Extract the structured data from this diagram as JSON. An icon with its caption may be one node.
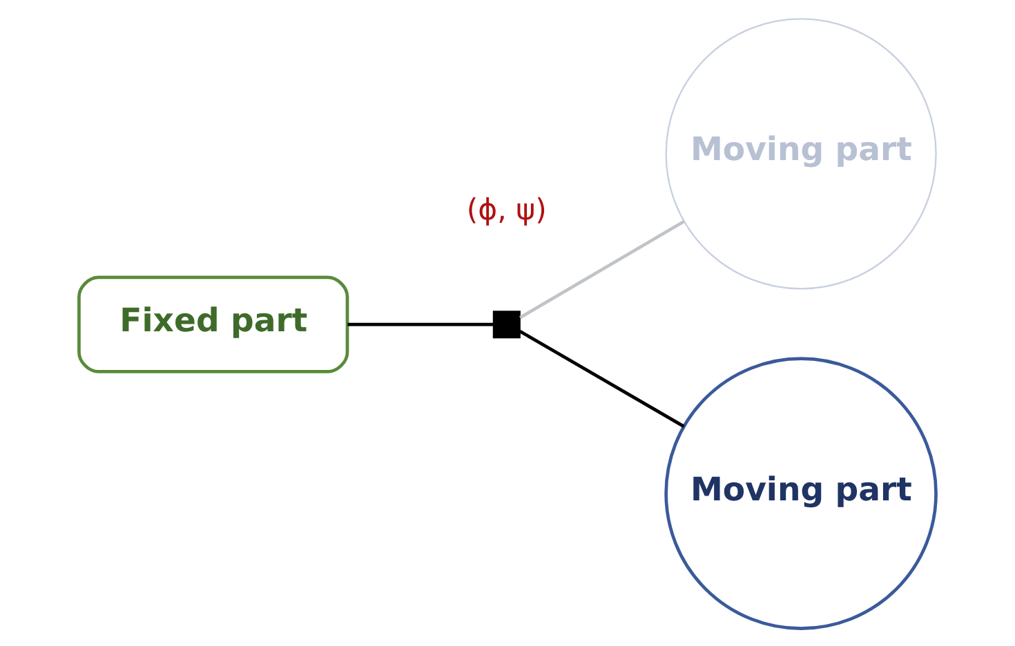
{
  "diagram": {
    "nodes": [
      {
        "text": [
          "Fixed part"
        ]
      },
      {
        "text": [],
        "shape": "box"
      },
      {
        "text": [
          "Moving part"
        ]
      },
      {
        "text": [
          "Moving part"
        ]
      }
    ],
    "edges": [
      {
        "from": 0,
        "to": 1,
        "arrow": "none"
      },
      {
        "from": 1,
        "to": 2,
        "arrow": "none",
        "color": "#c0c4c8"
      },
      {
        "from": 1,
        "to": 3,
        "arrow": "none"
      }
    ],
    "labels": [
      "(ϕ, ψ)"
    ]
  }
}
